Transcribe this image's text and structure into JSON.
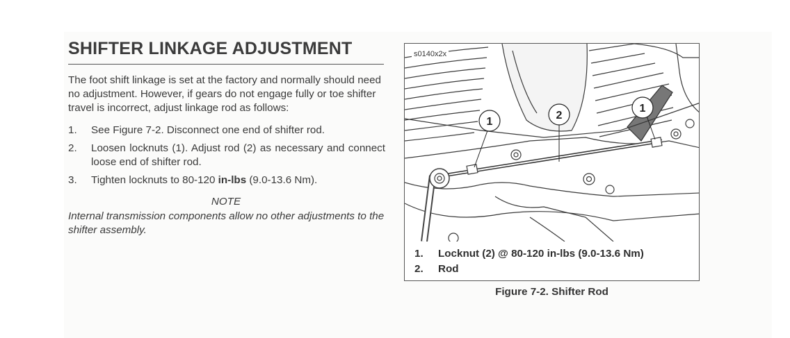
{
  "section": {
    "title": "SHIFTER LINKAGE ADJUSTMENT",
    "intro": "The foot shift linkage is set at the factory and normally should need no adjustment. However, if gears do not engage fully or toe shifter travel is incorrect, adjust linkage rod as follows:",
    "steps": [
      {
        "num": "1.",
        "text": "See Figure 7-2. Disconnect one end of shifter rod."
      },
      {
        "num": "2.",
        "text": "Loosen locknuts (1). Adjust rod (2) as necessary and connect loose end of shifter rod."
      },
      {
        "num": "3.",
        "text_before": "Tighten locknuts to 80-120 ",
        "text_bold": "in-lbs",
        "text_after": " (9.0-13.6 Nm)."
      }
    ],
    "note_heading": "NOTE",
    "note_text": "Internal transmission components allow no other adjustments to the shifter assembly."
  },
  "figure": {
    "image_id": "s0140x2x",
    "callouts": [
      "1",
      "2",
      "1"
    ],
    "legend": [
      {
        "num": "1.",
        "label": "Locknut (2) @ 80-120 in-lbs (9.0-13.6 Nm)"
      },
      {
        "num": "2.",
        "label": "Rod"
      }
    ],
    "caption": "Figure 7-2. Shifter Rod"
  }
}
